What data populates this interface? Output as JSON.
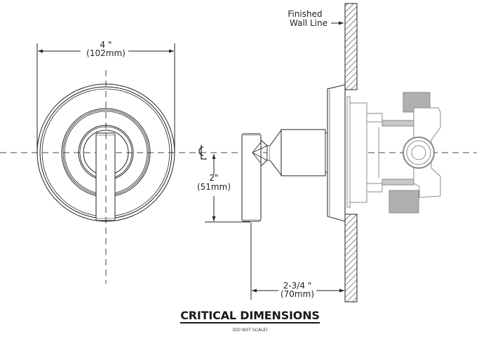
{
  "title": "CRITICAL DIMENSIONS",
  "subtitle": "(DO NOT SCALE)",
  "labels": {
    "width_in": "4 \"",
    "width_mm": "(102mm)",
    "wall_line_1": "Finished",
    "wall_line_2": "Wall Line",
    "centerline": "CL",
    "drop_in": "2\"",
    "drop_mm": "(51mm)",
    "depth_in": "2-3/4 \"",
    "depth_mm": "(70mm)"
  },
  "colors": {
    "line": "#222222",
    "valve": "#8a8a8a",
    "hatch": "#333333"
  }
}
